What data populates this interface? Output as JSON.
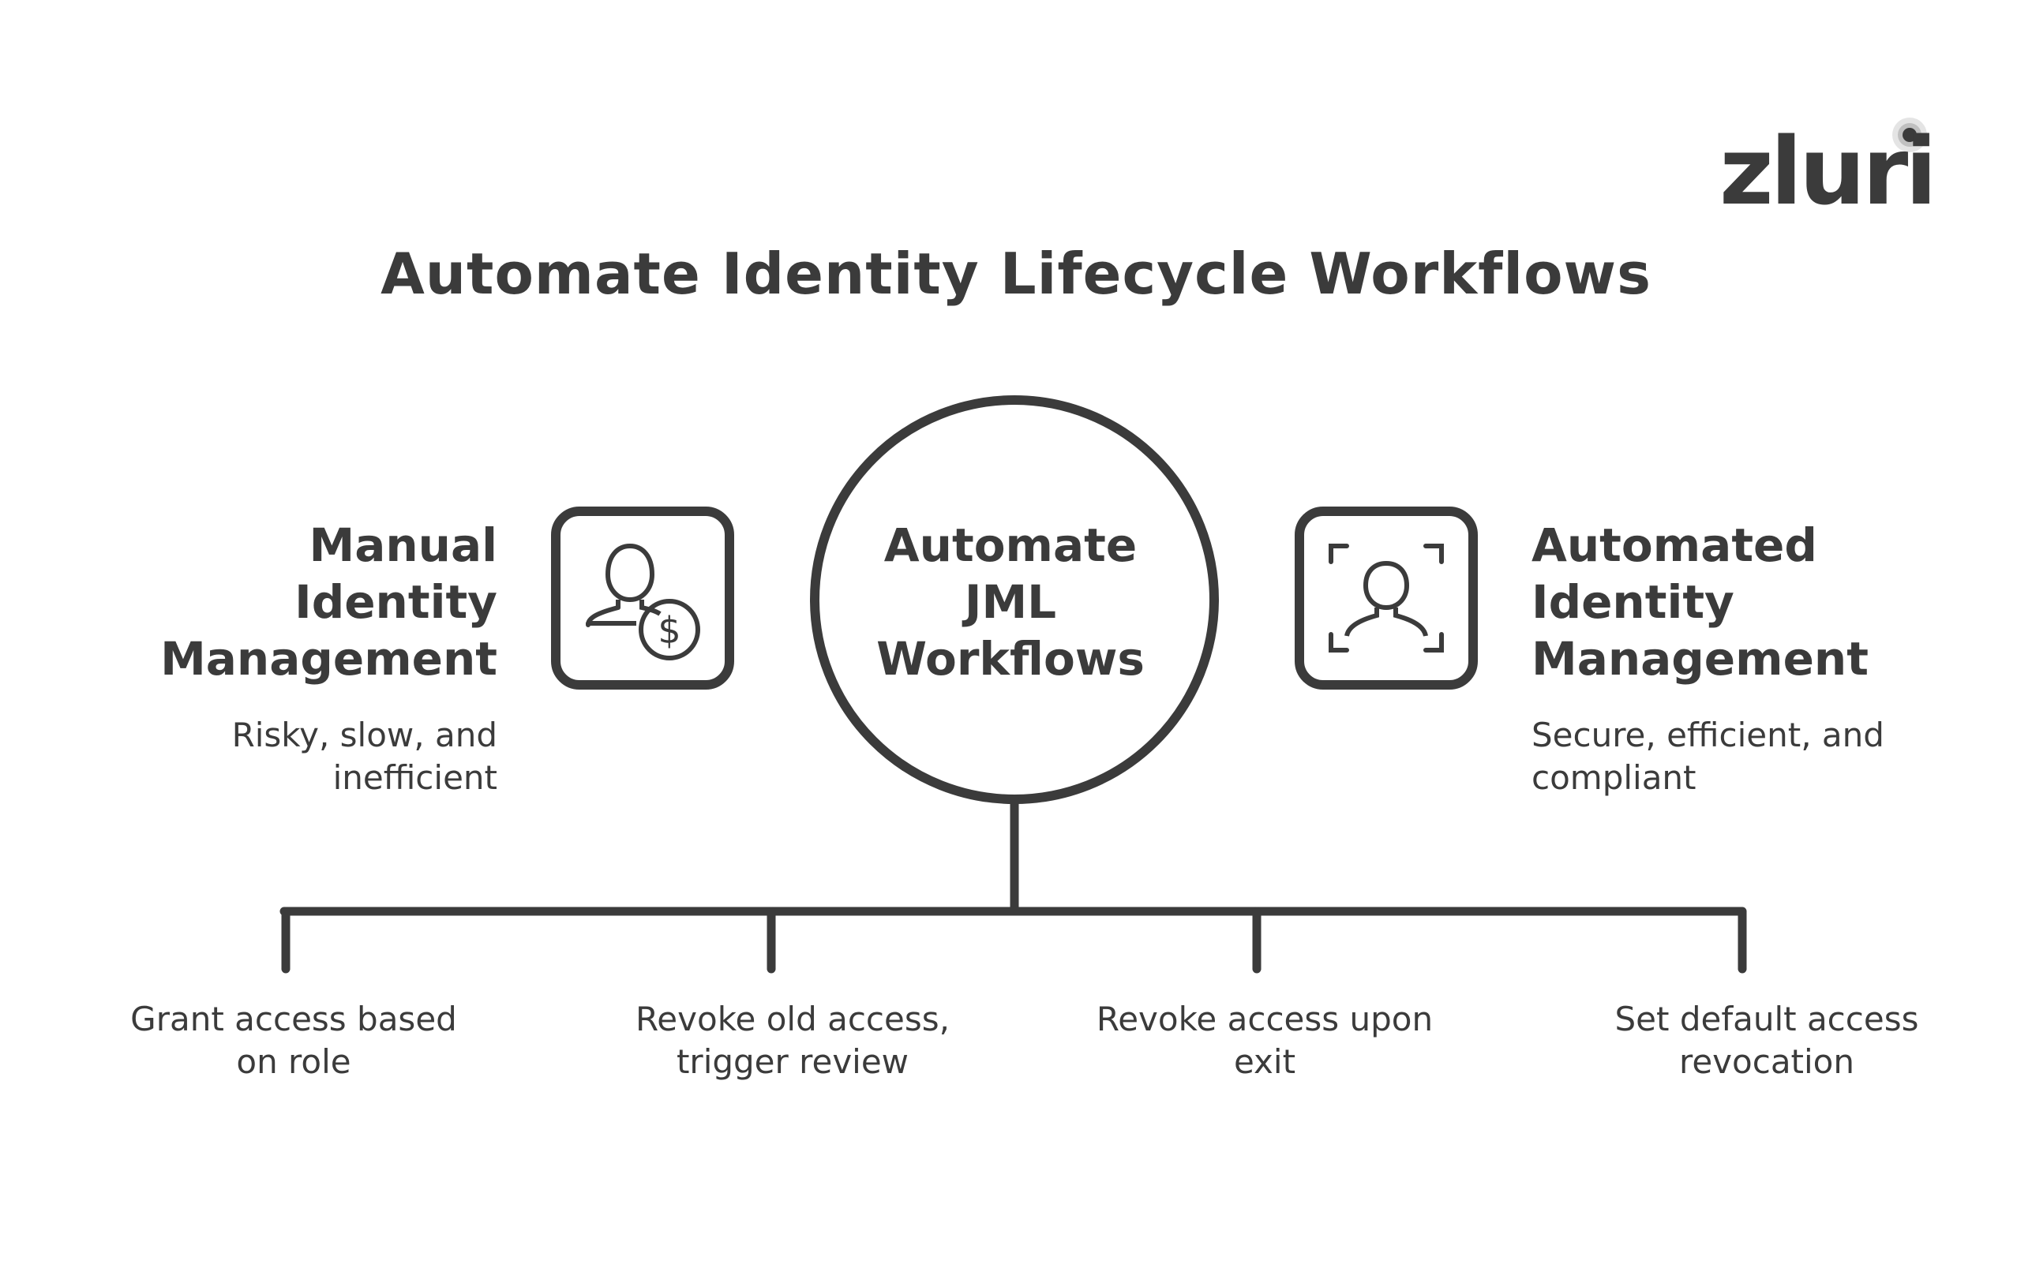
{
  "brand": {
    "logo_text": "zluri",
    "accent_color": "#3b3b3b"
  },
  "title": "Automate Identity Lifecycle Workflows",
  "center": {
    "label_line1": "Automate",
    "label_line2": "JML",
    "label_line3": "Workflows"
  },
  "left_node": {
    "heading_line1": "Manual",
    "heading_line2": "Identity",
    "heading_line3": "Management",
    "desc_line1": "Risky, slow, and",
    "desc_line2": "inefficient",
    "icon": "user-dollar-icon"
  },
  "right_node": {
    "heading_line1": "Automated",
    "heading_line2": "Identity",
    "heading_line3": "Management",
    "desc_line1": "Secure, efficient, and",
    "desc_line2": "compliant",
    "icon": "face-scan-icon"
  },
  "leaves": [
    {
      "line1": "Grant access based",
      "line2": "on role"
    },
    {
      "line1": "Revoke old access,",
      "line2": "trigger review"
    },
    {
      "line1": "Revoke access upon",
      "line2": "exit"
    },
    {
      "line1": "Set default access",
      "line2": "revocation"
    }
  ]
}
